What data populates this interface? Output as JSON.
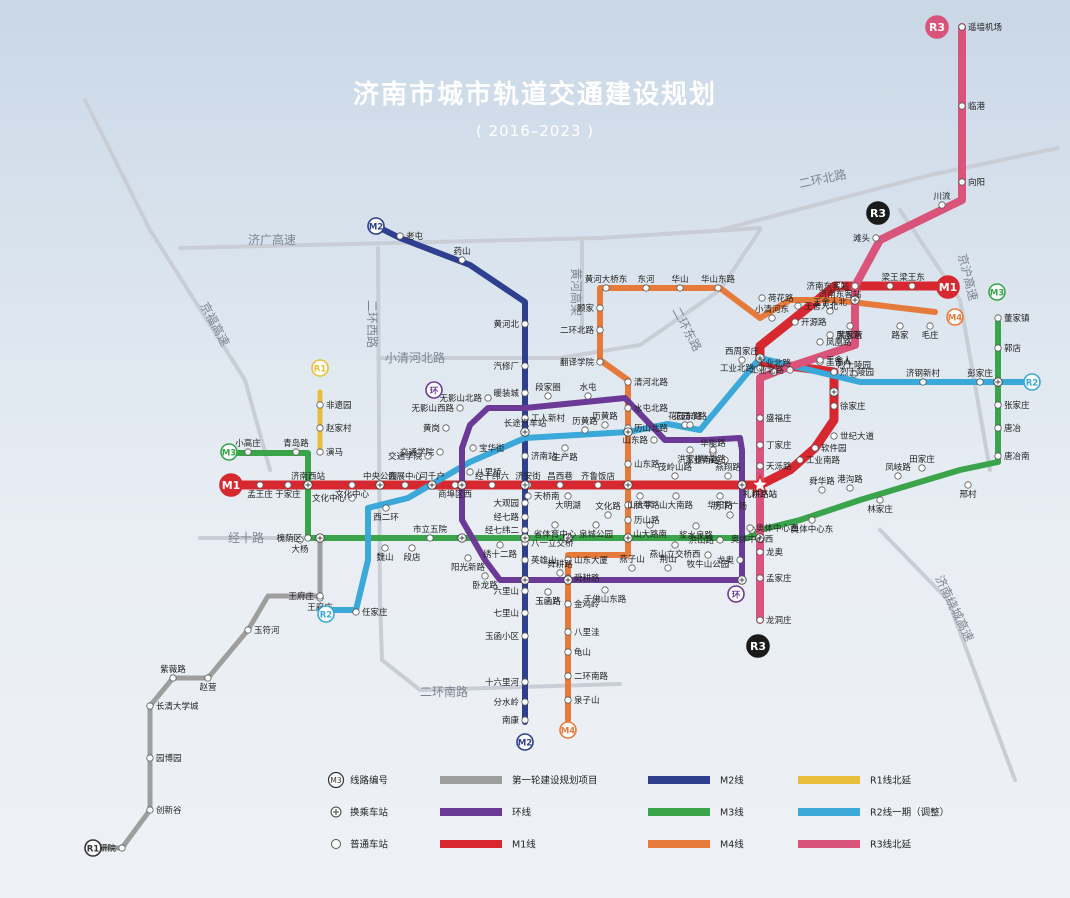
{
  "header": {
    "title": "济南市城市轨道交通建设规划",
    "subtitle": "( 2016–2023 )"
  },
  "colors": {
    "M1": "#d7282f",
    "M2": "#2d3f8e",
    "M3": "#39a449",
    "M4": "#e67a3a",
    "R1": "#9e9e9e",
    "R1N": "#e9be3a",
    "R2": "#3aa8d8",
    "R3": "#d9537a",
    "RING": "#6b3a96",
    "road": "#c9ced6",
    "black": "#1a1a1a"
  },
  "roads": [
    {
      "name": "济广高速"
    },
    {
      "name": "二环北路"
    },
    {
      "name": "二环西路"
    },
    {
      "name": "小清河北路"
    },
    {
      "name": "京福高速"
    },
    {
      "name": "经十路"
    },
    {
      "name": "二环南路"
    },
    {
      "name": "济南绕城高速"
    },
    {
      "name": "二环东路"
    },
    {
      "name": "京沪高速"
    },
    {
      "name": "黄河高架"
    }
  ],
  "lines": [
    {
      "id": "R1",
      "color": "#9e9e9e",
      "labels": [
        "工研院",
        "创新谷",
        "园博园",
        "长清大学城",
        "紫薇路",
        "赵营",
        "玉符河",
        "王府庄",
        "大杨"
      ]
    },
    {
      "id": "R1N",
      "color": "#e9be3a",
      "labels": [
        "非遗园",
        "赵家村",
        "演马"
      ]
    },
    {
      "id": "M1",
      "color": "#d7282f",
      "labels": [
        "孟王庄",
        "于家庄",
        "济南西站",
        "文化中心",
        "中央公园",
        "会展中心",
        "闫千户",
        "商埠区西",
        "经十纬六",
        "济安街",
        "昌西巷",
        "齐鲁饭店",
        "天桥南",
        "大明湖",
        "山大学",
        "茂岭山路",
        "山大南路",
        "华阳路",
        "燕翔路",
        "礼耕路站",
        "工业南路",
        "软件园",
        "世纪大道",
        "徐家庄",
        "烈士陵园",
        "工业北路",
        "王舍人",
        "凤凰路",
        "开源路",
        "王舍人北",
        "梁王",
        "梁王东",
        "济南东客站"
      ]
    },
    {
      "id": "M2",
      "color": "#2d3f8e",
      "labels": [
        "老屯",
        "药山",
        "黄河北",
        "汽修厂",
        "暖装城",
        "工人新村",
        "济南站",
        "大观园",
        "经七路",
        "经七纬二",
        "八一立交桥",
        "英雄山",
        "玉函路",
        "六里山",
        "七里山",
        "玉函小区",
        "十六里河",
        "分水岭",
        "南康"
      ]
    },
    {
      "id": "M3",
      "color": "#39a449",
      "labels": [
        "小高庄",
        "青岛路",
        "槐荫区",
        "市立五院",
        "段店",
        "魏山",
        "阳光新路",
        "绣十二路",
        "省体育中心",
        "泉城公园",
        "文化路",
        "山大路南",
        "浆水泉路",
        "燕山立交桥西",
        "牧牛山公园",
        "奥体中心西",
        "奥体中心东",
        "舜华路",
        "港沟路",
        "林家庄",
        "凤岐路",
        "田家庄",
        "邢村",
        "唐冶南",
        "唐冶",
        "张家庄",
        "郭店",
        "董家镇"
      ]
    },
    {
      "id": "M4",
      "color": "#e67a3a",
      "labels": [
        "黄河大桥东",
        "东河",
        "华山",
        "华山东路",
        "荷花路",
        "小清河东",
        "王舍人北",
        "裴家营",
        "路家",
        "毛庄",
        "顾家",
        "二环北路",
        "翻译学院",
        "清河北路",
        "水屯北路",
        "历山北路",
        "山东路",
        "和平路",
        "历山路",
        "山东大厦",
        "舜耕路",
        "金鸡岭",
        "八里洼",
        "龟山",
        "二环南路",
        "泉子山"
      ]
    },
    {
      "id": "R2",
      "color": "#3aa8d8",
      "labels": [
        "王府庄",
        "任家庄",
        "西二环",
        "文化中心",
        "交通学院",
        "宝华街",
        "长途汽车站",
        "生产路",
        "历黄路",
        "花园东路",
        "华能路",
        "西周家庄",
        "工业北路",
        "烈士陵园",
        "济钢新村",
        "彭家庄"
      ]
    },
    {
      "id": "R3",
      "color": "#d9537a",
      "labels": [
        "遥墙机场",
        "临港",
        "向阳",
        "川流",
        "滩头",
        "济南东客站",
        "凤凰路",
        "王舍人",
        "工业北路",
        "盛福庄",
        "丁家庄",
        "天泺路",
        "礼耕路站",
        "奥体中心西",
        "龙奥",
        "孟家庄",
        "龙洞庄"
      ]
    },
    {
      "id": "RING",
      "color": "#6b3a96",
      "labels": [
        "无影山北路",
        "无影山西路",
        "黄岗",
        "交通学院",
        "八里桥",
        "段家圈",
        "水屯",
        "历黄路",
        "花园东路",
        "洪家楼",
        "华能路",
        "山东路",
        "工业南路",
        "历下广场",
        "洪山路",
        "龙奥",
        "荆山",
        "燕子山",
        "千佛山东路",
        "舜耕路",
        "玉函路",
        "卧龙路"
      ]
    }
  ],
  "badges": [
    {
      "text": "M1"
    },
    {
      "text": "M1"
    },
    {
      "text": "M2"
    },
    {
      "text": "M2"
    },
    {
      "text": "M3"
    },
    {
      "text": "M3"
    },
    {
      "text": "M4"
    },
    {
      "text": "M4"
    },
    {
      "text": "R1"
    },
    {
      "text": "R1"
    },
    {
      "text": "R2"
    },
    {
      "text": "R2"
    },
    {
      "text": "R3"
    },
    {
      "text": "R3"
    },
    {
      "text": "R3"
    },
    {
      "text": "环"
    },
    {
      "text": "环"
    }
  ],
  "star_station": "礼耕路站",
  "legend": {
    "items": [
      {
        "symbol": "badge",
        "badge": "M3",
        "label": "线路编号"
      },
      {
        "symbol": "interchange",
        "label": "换乘车站"
      },
      {
        "symbol": "station",
        "label": "普通车站"
      },
      {
        "symbol": "bar",
        "color": "#9e9e9e",
        "label": "第一轮建设规划项目"
      },
      {
        "symbol": "bar",
        "color": "#6b3a96",
        "label": "环线"
      },
      {
        "symbol": "bar",
        "color": "#d7282f",
        "label": "M1线"
      },
      {
        "symbol": "bar",
        "color": "#2d3f8e",
        "label": "M2线"
      },
      {
        "symbol": "bar",
        "color": "#39a449",
        "label": "M3线"
      },
      {
        "symbol": "bar",
        "color": "#e67a3a",
        "label": "M4线"
      },
      {
        "symbol": "bar",
        "color": "#e9be3a",
        "label": "R1线北延"
      },
      {
        "symbol": "bar",
        "color": "#3aa8d8",
        "label": "R2线一期（调整）"
      },
      {
        "symbol": "bar",
        "color": "#d9537a",
        "label": "R3线北延"
      }
    ]
  }
}
